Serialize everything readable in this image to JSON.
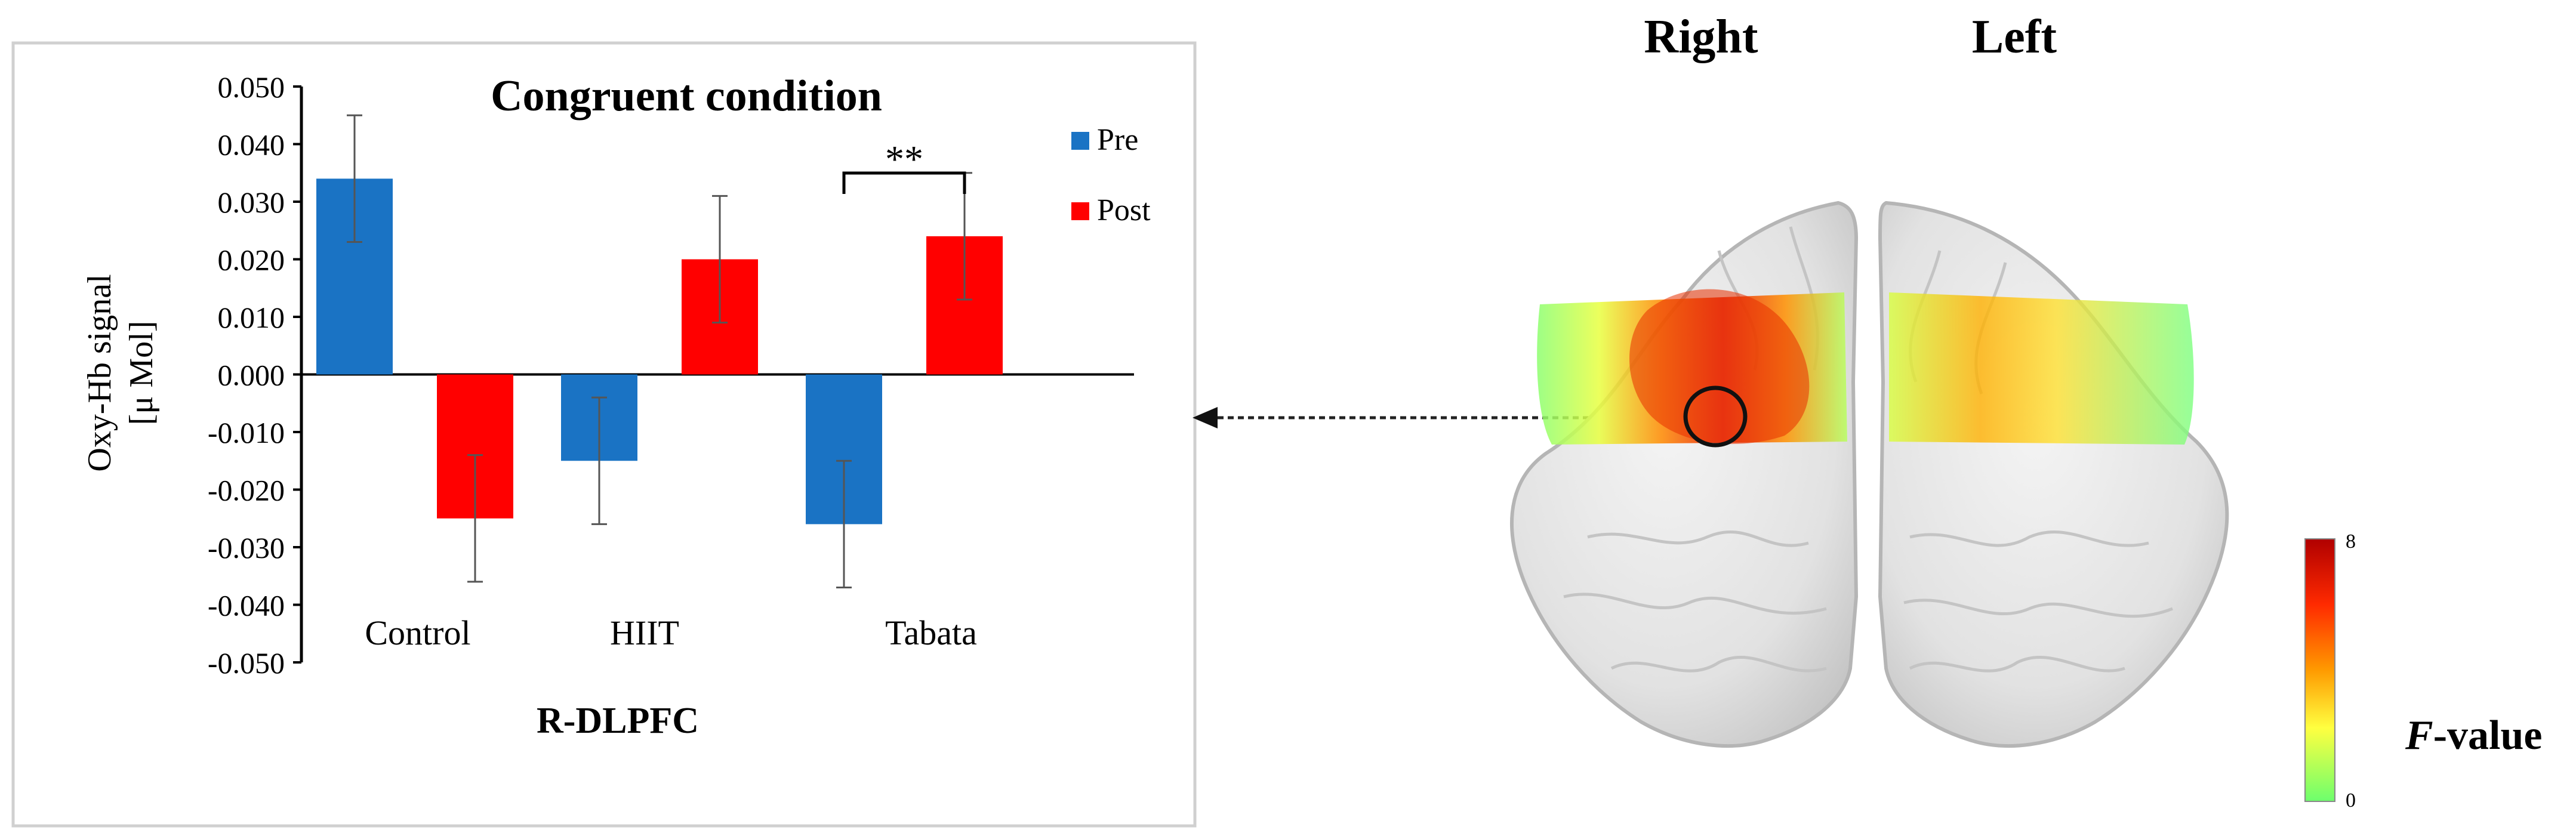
{
  "chart_data": {
    "type": "bar",
    "title": "Congruent condition",
    "xlabel": "R-DLPFC",
    "ylabel": "Oxy-Hb signal\n[μ Mol]",
    "ylim": [
      -0.05,
      0.05
    ],
    "yticks": [
      "0.050",
      "0.040",
      "0.030",
      "0.020",
      "0.010",
      "0.000",
      "-0.010",
      "-0.020",
      "-0.030",
      "-0.040",
      "-0.050"
    ],
    "ytick_values": [
      0.05,
      0.04,
      0.03,
      0.02,
      0.01,
      0,
      -0.01,
      -0.02,
      -0.03,
      -0.04,
      -0.05
    ],
    "categories": [
      "Control",
      "HIIT",
      "Tabata"
    ],
    "series": [
      {
        "name": "Pre",
        "color": "#1a73c4",
        "values": [
          0.034,
          -0.015,
          -0.026
        ],
        "errors": [
          0.011,
          0.011,
          0.011
        ]
      },
      {
        "name": "Post",
        "color": "#ff0000",
        "values": [
          -0.025,
          0.02,
          0.024
        ],
        "errors": [
          0.011,
          0.011,
          0.011
        ]
      }
    ],
    "legend_position": "top-right",
    "grid": false,
    "annotations": [
      {
        "text": "**",
        "between_categories": "Tabata"
      }
    ]
  },
  "brain": {
    "label_right": "Right",
    "label_left": "Left"
  },
  "colorbar": {
    "max_label": "8",
    "min_label": "0",
    "title_italic": "F",
    "title_rest": "-value",
    "colors": [
      "#c00000",
      "#ff3300",
      "#ff9900",
      "#ffff33",
      "#66ff66"
    ]
  }
}
